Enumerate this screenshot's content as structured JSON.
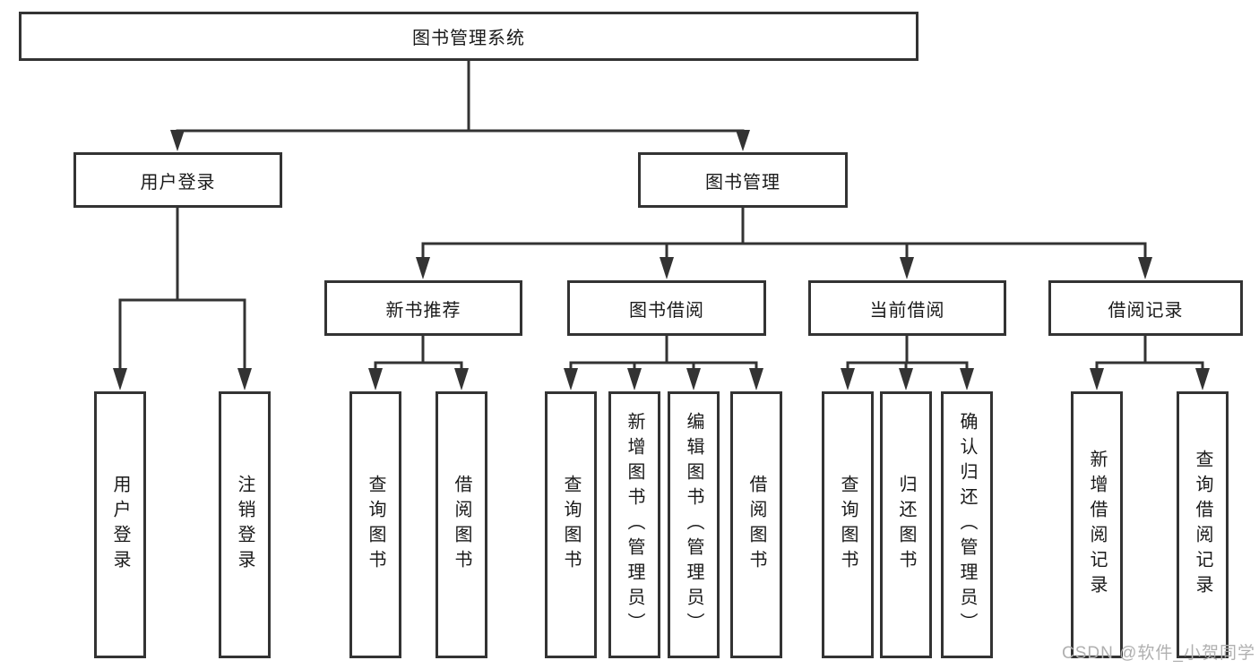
{
  "diagram": {
    "title": "图书管理系统",
    "level2": {
      "user_login": "用户登录",
      "book_management": "图书管理"
    },
    "level3": {
      "new_book_recommend": "新书推荐",
      "book_borrowing": "图书借阅",
      "current_borrowing": "当前借阅",
      "borrowing_records": "借阅记录"
    },
    "leaves": {
      "user_login": [
        "用户登录",
        "注销登录"
      ],
      "new_book_recommend": [
        "查询图书",
        "借阅图书"
      ],
      "book_borrowing": [
        "查询图书",
        "新增图书（管理员）",
        "编辑图书（管理员）",
        "借阅图书"
      ],
      "current_borrowing": [
        "查询图书",
        "归还图书",
        "确认归还（管理员）"
      ],
      "borrowing_records": [
        "新增借阅记录",
        "查询借阅记录"
      ]
    }
  },
  "watermark": "CSDN @软件_小贺同学",
  "colors": {
    "line": "#333333",
    "text": "#1a1a1a",
    "watermark": "#b0b0b0",
    "background": "#ffffff"
  }
}
